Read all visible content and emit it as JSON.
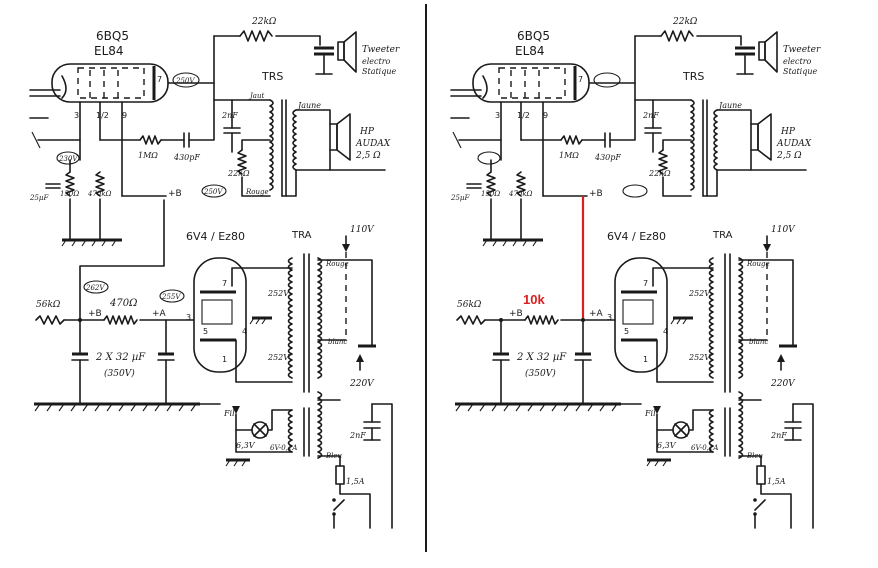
{
  "colors": {
    "ink": "#1a1a1a",
    "modification": "#d9201e",
    "paper": "#ffffff"
  },
  "panels": [
    {
      "id": "left",
      "title": {
        "tube_us": "6BQ5",
        "tube_eu": "EL84"
      },
      "labels": {
        "tweeter_r": "22kΩ",
        "tweeter_l1": "Tweeter",
        "tweeter_l2": "electro",
        "tweeter_l3": "Statique",
        "trs": "TRS",
        "jaune": "Jaune",
        "hp_l1": "HP",
        "hp_l2": "AUDAX",
        "hp_l3": "2,5 Ω",
        "cap_2nf": "2nF",
        "res_1m": "1MΩ",
        "cap_430": "430pF",
        "res_22k": "22kΩ",
        "cap_25": "25µF",
        "res_150": "150Ω",
        "res_470k": "470kΩ",
        "plus_b": "+B",
        "v_250a": "250V",
        "v_250b": "250V",
        "v_230": "230V",
        "pin7": "7",
        "pin9": "9",
        "pin3": "3",
        "pin12": "1/2",
        "rect_title": "6V4 / Ez80",
        "tra": "TRA",
        "v_110": "110V",
        "rouge": "Rouge",
        "blanc": "blanc",
        "v_220": "220V",
        "res_56k": "56kΩ",
        "v_262": "262V",
        "v_255": "255V",
        "series_r": "470Ω",
        "plus_a": "+A",
        "caps": "2 X 32 µF",
        "caps_v": "(350V)",
        "v_252a": "252V",
        "v_252b": "252V",
        "fil": "Fil",
        "lamp_v": "6,3V",
        "lamp_i": "6V-0,1A",
        "cap_2nf_b": "2nF",
        "bleu": "Bleu",
        "fuse": "1,5A",
        "p3": "3",
        "p5": "5",
        "p4": "4",
        "p7": "7",
        "p1": "1"
      }
    },
    {
      "id": "right",
      "title": {
        "tube_us": "6BQ5",
        "tube_eu": "EL84"
      },
      "labels": {
        "tweeter_r": "22kΩ",
        "tweeter_l1": "Tweeter",
        "tweeter_l2": "electro",
        "tweeter_l3": "Statique",
        "trs": "TRS",
        "jaune": "Jaune",
        "hp_l1": "HP",
        "hp_l2": "AUDAX",
        "hp_l3": "2,5 Ω",
        "cap_2nf": "2nF",
        "res_1m": "1MΩ",
        "cap_430": "430pF",
        "res_22k": "22kΩ",
        "cap_25": "25µF",
        "res_150": "150Ω",
        "res_470k": "470kΩ",
        "plus_b": "+B",
        "v_250a": "",
        "v_250b": "",
        "v_230": "",
        "pin7": "7",
        "pin9": "9",
        "pin3": "3",
        "pin12": "1/2",
        "rect_title": "6V4 / Ez80",
        "tra": "TRA",
        "v_110": "110V",
        "rouge": "Rouge",
        "blanc": "blanc",
        "v_220": "220V",
        "res_56k": "56kΩ",
        "v_262": "",
        "v_255": "",
        "series_r": "10k",
        "plus_a": "+A",
        "caps": "2 X 32 µF",
        "caps_v": "(350V)",
        "v_252a": "252V",
        "v_252b": "252V",
        "fil": "Fil",
        "lamp_v": "6,3V",
        "lamp_i": "6V-0,1A",
        "cap_2nf_b": "2nF",
        "bleu": "Bleu",
        "fuse": "1,5A",
        "p3": "3",
        "p5": "5",
        "p4": "4",
        "p7": "7",
        "p1": "1"
      }
    }
  ]
}
